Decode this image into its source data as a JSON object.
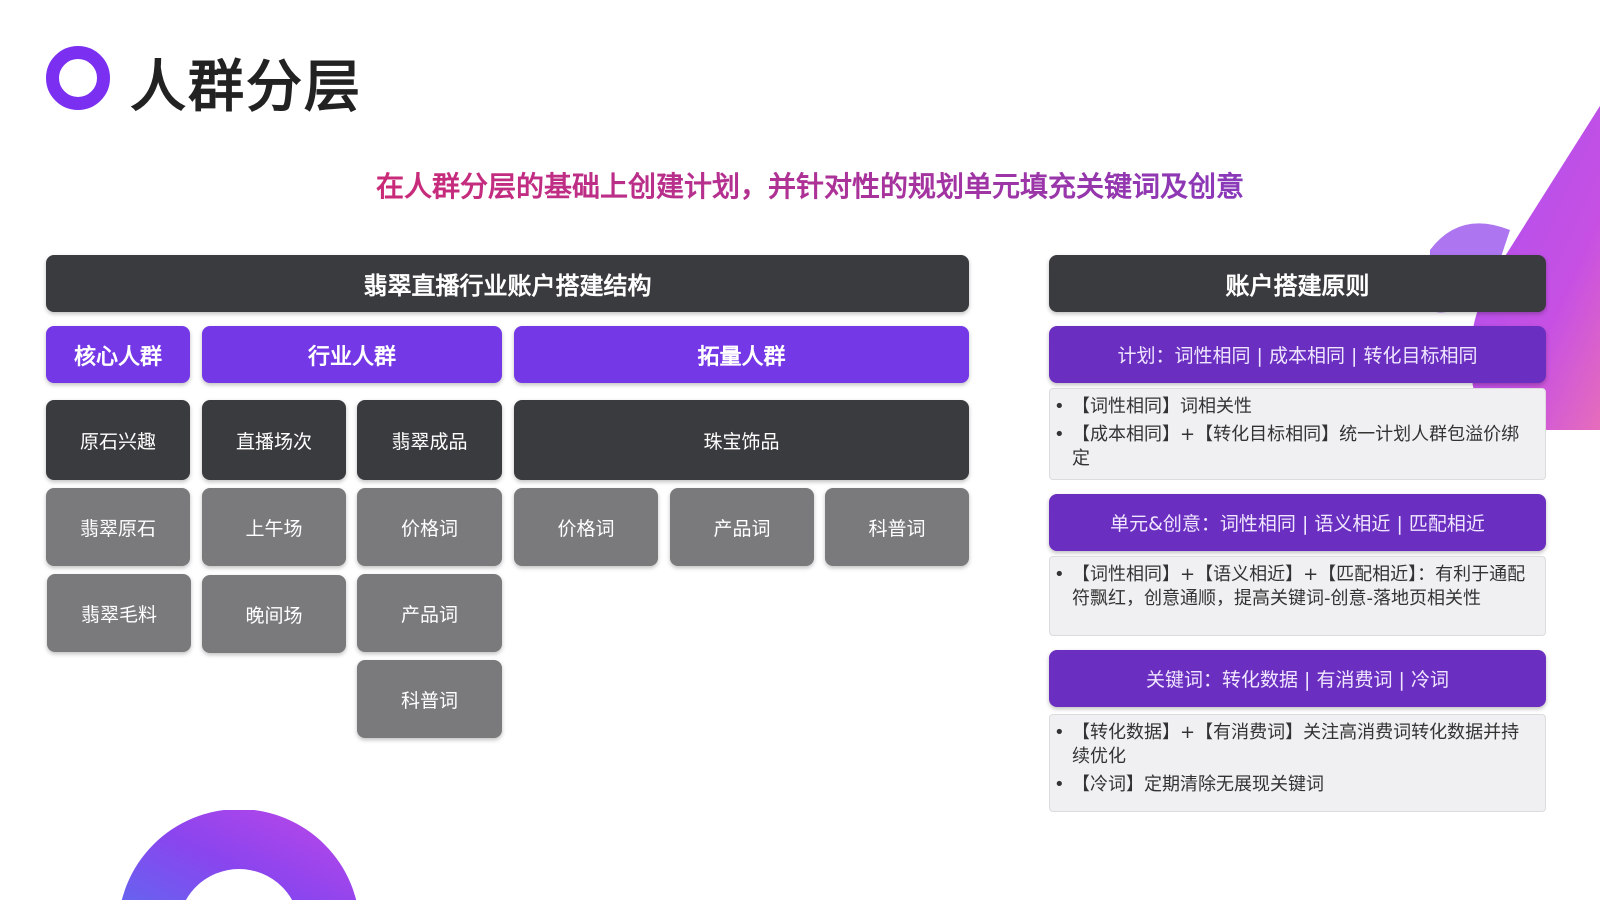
{
  "title": "人群分层",
  "subtitle": "在人群分层的基础上创建计划，并针对性的规划单元填充关键词及创意",
  "structure": {
    "header": "翡翠直播行业账户搭建结构",
    "groups": {
      "core": "核心人群",
      "industry": "行业人群",
      "expand": "拓量人群"
    },
    "core_col": [
      "原石兴趣",
      "翡翠原石",
      "翡翠毛料"
    ],
    "industry_col1": [
      "直播场次",
      "上午场",
      "晚间场"
    ],
    "industry_col2": [
      "翡翠成品",
      "价格词",
      "产品词",
      "科普词"
    ],
    "expand_main": "珠宝饰品",
    "expand_items": [
      "价格词",
      "产品词",
      "科普词"
    ]
  },
  "principles": {
    "header": "账户搭建原则",
    "rules": [
      {
        "title": "计划：词性相同 | 成本相同 | 转化目标相同",
        "bullets": [
          "【词性相同】词相关性",
          "【成本相同】+【转化目标相同】统一计划人群包溢价绑定"
        ]
      },
      {
        "title": "单元&创意：词性相同 | 语义相近 | 匹配相近",
        "bullets": [
          "【词性相同】+【语义相近】+【匹配相近】：有利于通配符飘红，创意通顺，提高关键词-创意-落地页相关性"
        ]
      },
      {
        "title": "关键词：转化数据 | 有消费词 | 冷词",
        "bullets": [
          "【转化数据】+【有消费词】关注高消费词转化数据并持续优化",
          "【冷词】定期清除无展现关键词"
        ]
      }
    ]
  },
  "colors": {
    "accent_purple": "#7438e6",
    "dark": "#3a3b3e",
    "grey": "#7a7a7c",
    "rule_purple": "#6a2fc0"
  }
}
